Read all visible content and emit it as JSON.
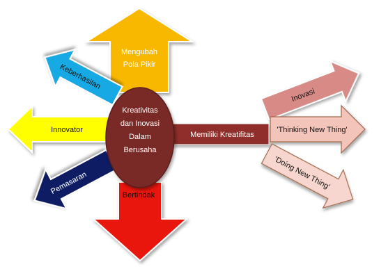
{
  "center": {
    "lines": [
      "Kreativitas",
      "dan Inovasi",
      "Dalam",
      "Berusaha"
    ]
  },
  "arrows": {
    "top": {
      "lines": [
        "Mengubah",
        "Pola Pikir"
      ],
      "color": "#f9b800"
    },
    "bottom": {
      "label": "Bertindak",
      "color": "#e8130d"
    },
    "up_left": {
      "label": "Keberhasilan",
      "color": "#18a9e4"
    },
    "left": {
      "label": "Innovator",
      "color": "#ffff00"
    },
    "down_left": {
      "label": "Pemasaran",
      "color": "#0f1f63"
    },
    "right": {
      "label": "Memiliki Kreatifitas",
      "color": "#8f2e2c"
    },
    "right_branches": [
      {
        "label": "Inovasi",
        "color": "#d88a86"
      },
      {
        "label": "'Thinking New Thing'",
        "color": "#f2c4ba"
      },
      {
        "label": "'Doing New Thing'",
        "color": "#f6d6ce"
      }
    ]
  }
}
